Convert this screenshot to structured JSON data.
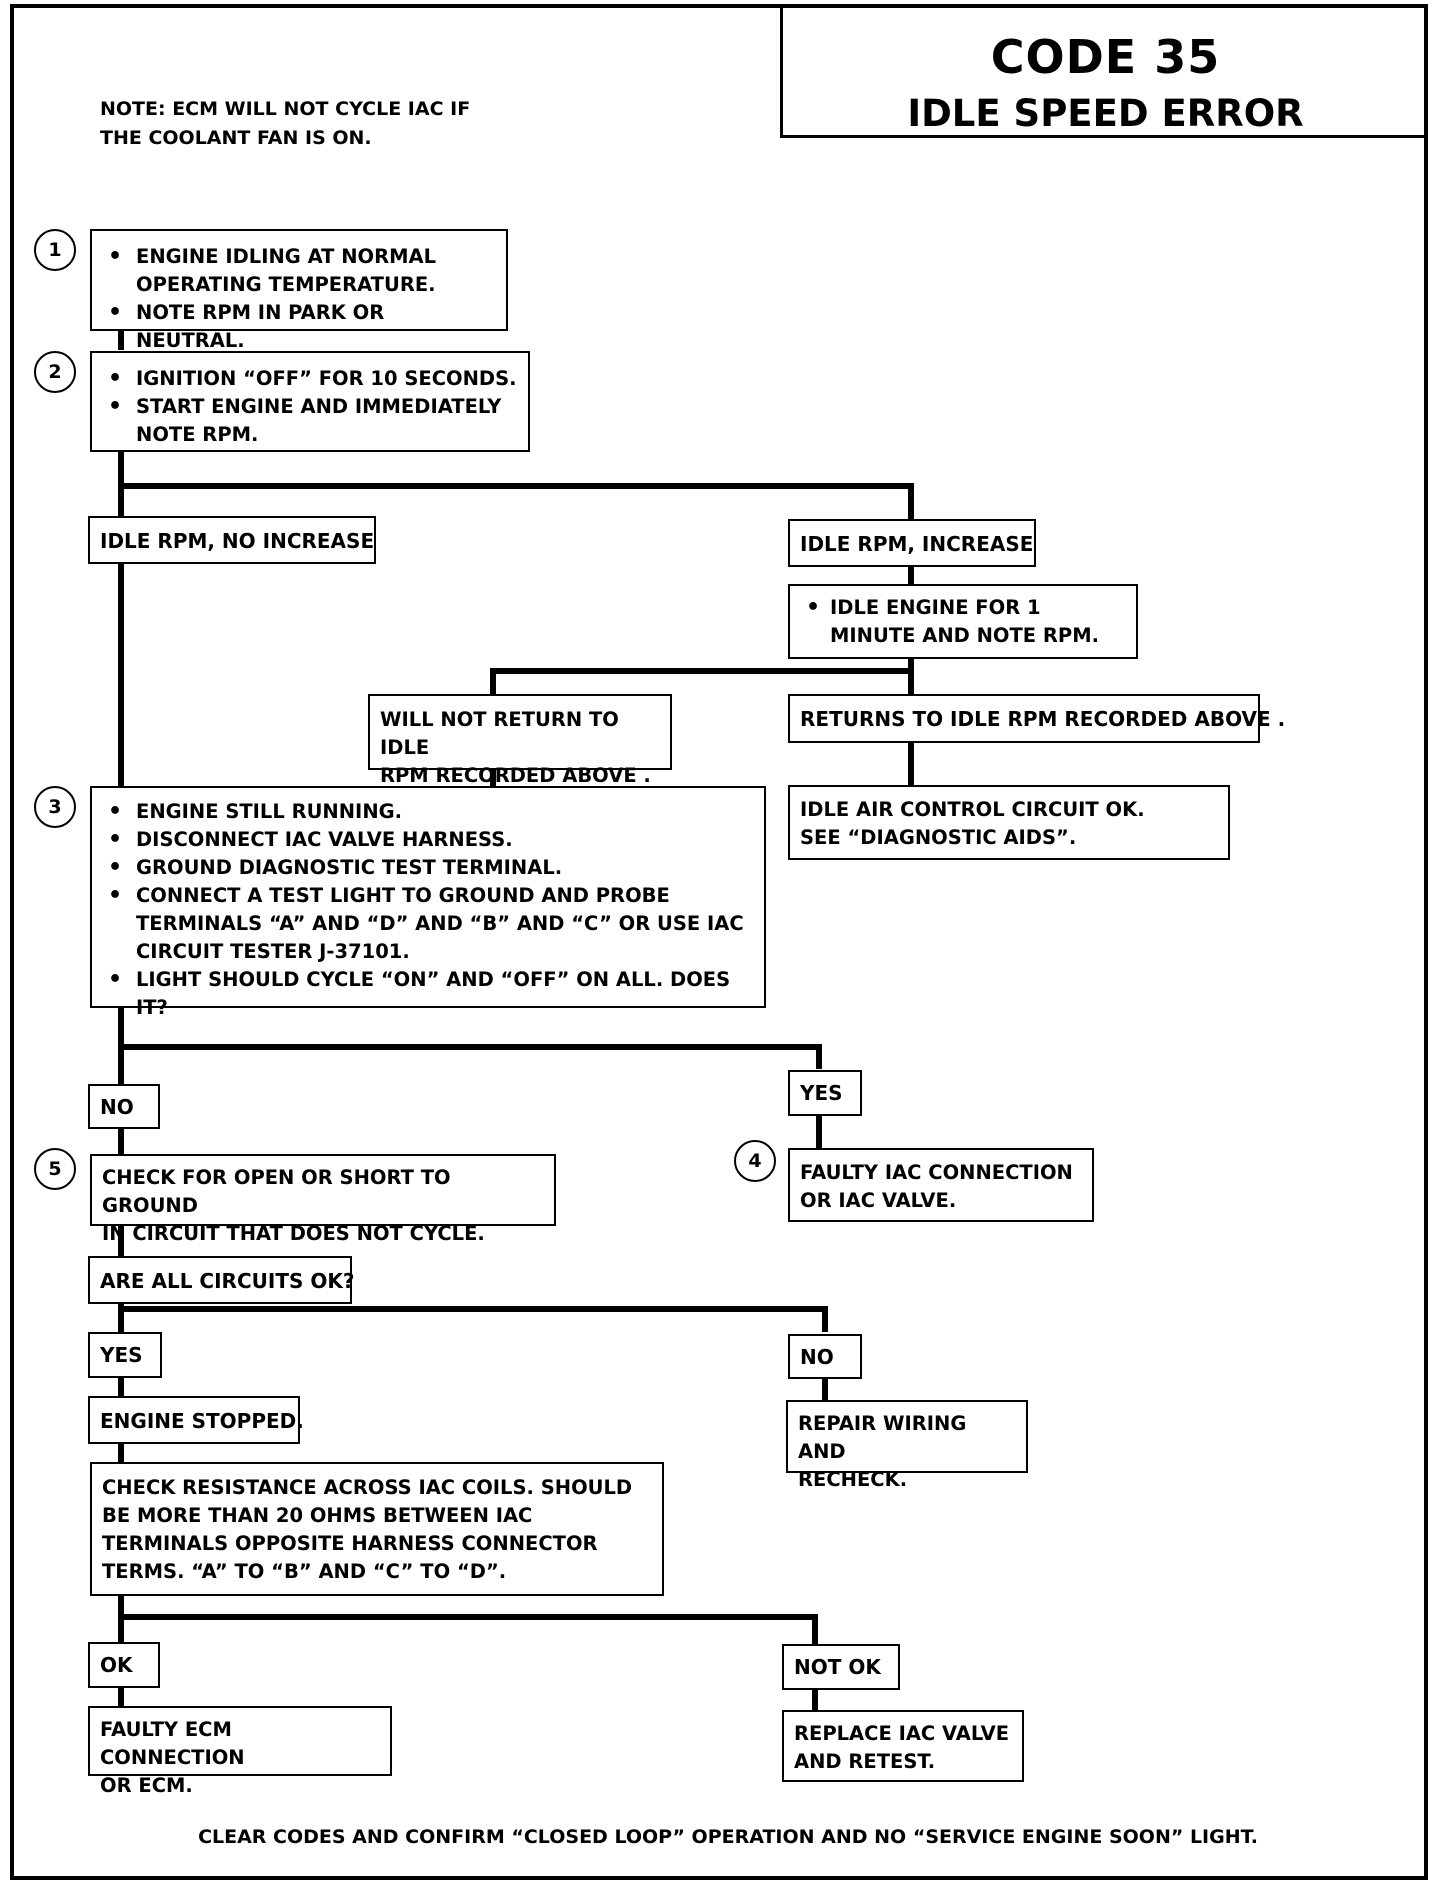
{
  "title": {
    "code": "CODE 35",
    "name": "IDLE SPEED ERROR"
  },
  "note": {
    "line1": "NOTE:  ECM WILL NOT CYCLE IAC IF",
    "line2": "THE COOLANT FAN IS ON."
  },
  "step_numbers": [
    "1",
    "2",
    "3",
    "4",
    "5"
  ],
  "step1": {
    "items": [
      "ENGINE IDLING AT NORMAL OPERATING TEMPERATURE.",
      "NOTE RPM IN PARK OR  NEUTRAL."
    ]
  },
  "step2": {
    "items": [
      "IGNITION “OFF”  FOR 10 SECONDS.",
      "START ENGINE  AND IMMEDIATELY NOTE RPM."
    ]
  },
  "branch_idle": {
    "no_increase": "IDLE RPM, NO INCREASE",
    "increase": "IDLE RPM, INCREASE"
  },
  "idle_minute": {
    "item": "IDLE ENGINE FOR 1 MINUTE AND NOTE RPM."
  },
  "not_return": {
    "line1": "WILL NOT RETURN TO IDLE",
    "line2": "RPM RECORDED  ABOVE ."
  },
  "returns": "RETURNS TO IDLE RPM RECORDED ABOVE .",
  "iac_ok": {
    "line1": "IDLE AIR CONTROL CIRCUIT OK.",
    "line2": "SEE “DIAGNOSTIC AIDS”."
  },
  "step3": {
    "items": [
      "ENGINE STILL RUNNING.",
      "DISCONNECT IAC VALVE HARNESS.",
      "GROUND DIAGNOSTIC TEST TERMINAL.",
      "CONNECT A TEST LIGHT TO GROUND AND PROBE TERMINALS “A” AND “D” AND “B” AND “C” OR USE IAC CIRCUIT TESTER J-37101.",
      "LIGHT SHOULD CYCLE “ON” AND “OFF” ON ALL.  DOES IT?"
    ]
  },
  "labels": {
    "no": "NO",
    "yes": "YES",
    "ok": "OK",
    "not_ok": "NOT OK"
  },
  "faulty_iac": {
    "line1": "FAULTY IAC CONNECTION",
    "line2": "OR IAC  VALVE."
  },
  "check_open": {
    "line1": "CHECK FOR OPEN OR SHORT TO GROUND",
    "line2": "IN CIRCUIT THAT DOES NOT CYCLE."
  },
  "all_circuits": "ARE ALL CIRCUITS OK?",
  "repair_wiring": {
    "line1": "REPAIR WIRING AND",
    "line2": "RECHECK."
  },
  "engine_stopped": "ENGINE STOPPED.",
  "check_resistance": {
    "text": "CHECK RESISTANCE ACROSS IAC COILS.  SHOULD BE MORE THAN 20 OHMS BETWEEN IAC TERMINALS OPPOSITE HARNESS CONNECTOR TERMS. “A” TO “B” AND “C” TO “D”."
  },
  "faulty_ecm": {
    "line1": "FAULTY ECM CONNECTION",
    "line2": "OR ECM."
  },
  "replace_iac": {
    "line1": "REPLACE IAC VALVE",
    "line2": "AND RETEST."
  },
  "footer": "CLEAR CODES AND CONFIRM  “CLOSED LOOP” OPERATION AND NO “SERVICE ENGINE SOON” LIGHT."
}
